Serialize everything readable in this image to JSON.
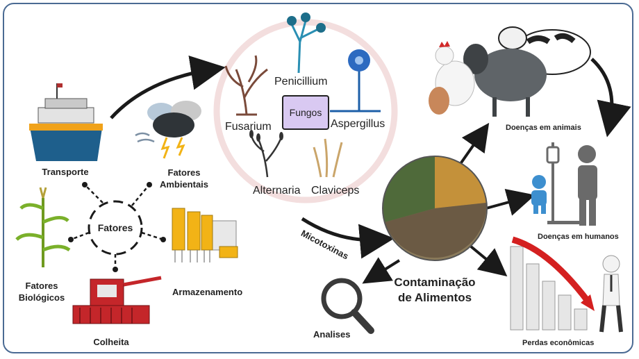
{
  "labels": {
    "transporte": "Transporte",
    "fatores_ambientais_1": "Fatores",
    "fatores_ambientais_2": "Ambientais",
    "fatores": "Fatores",
    "fatores_biologicos_1": "Fatores",
    "fatores_biologicos_2": "Biológicos",
    "armazenamento": "Armazenamento",
    "colheita": "Colheita",
    "penicillium": "Penicillium",
    "fungos": "Fungos",
    "fusarium": "Fusarium",
    "aspergillus": "Aspergillus",
    "alternaria": "Alternaria",
    "claviceps": "Claviceps",
    "micotoxinas": "Micotoxinas",
    "contaminacao_1": "Contaminação",
    "contaminacao_2": "de Alimentos",
    "analises": "Analises",
    "doencas_animais": "Doenças em animais",
    "doencas_humanos": "Doenças em humanos",
    "perdas": "Perdas econômicas"
  },
  "colors": {
    "frame": "#4a6a93",
    "fungos_box": "#d9c9f2",
    "ring": "#f3dede",
    "arrow": "#1a1a1a",
    "ship_hull": "#1e5f8c",
    "decline_arrow": "#d42020"
  }
}
